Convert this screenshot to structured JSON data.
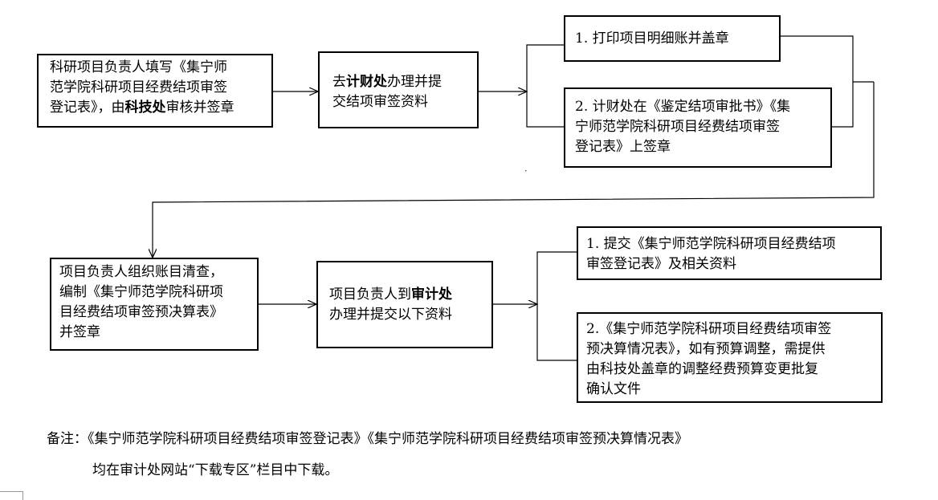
{
  "step1": {
    "line1": "科研项目负责人填写《集宁师",
    "line2": "范学院科研项目经费结项审签",
    "line3_pre": "登记表》，由",
    "line3_bold": "科技处",
    "line3_post": "审核并签章"
  },
  "step2": {
    "line1_pre": "去",
    "line1_bold": "计财处",
    "line1_post": "办理并提",
    "line2": "交结项审签资料"
  },
  "step2_outputs": {
    "item1": "1. 打印项目明细账并盖章",
    "item2_line1": "2. 计财处在《鉴定结项审批书》《集",
    "item2_line2": "宁师范学院科研项目经费结项审签",
    "item2_line3": "登记表》上签章"
  },
  "step3": {
    "line1": "项目负责人组织账目清查，",
    "line2": "编制《集宁师范学院科研项",
    "line3": "目经费结项审签预决算表》",
    "line4": "并签章"
  },
  "step4": {
    "line1_pre": "项目负责人到",
    "line1_bold": "审计处",
    "line2": "办理并提交以下资料"
  },
  "step4_outputs": {
    "item1_line1": "1. 提交《集宁师范学院科研项目经费结项",
    "item1_line2": "审签登记表》及相关资料",
    "item2_line1": "2.《集宁师范学院科研项目经费结项审签",
    "item2_line2": "预决算情况表》，如有预算调整，需提供",
    "item2_line3": "由科技处盖章的调整经费预算变更批复",
    "item2_line4": "确认文件"
  },
  "note": {
    "line1": "备注：《集宁师范学院科研项目经费结项审签登记表》《集宁师范学院科研项目经费结项审签预决算情况表》",
    "line2": "均在审计处网站“下载专区”栏目中下载。"
  }
}
